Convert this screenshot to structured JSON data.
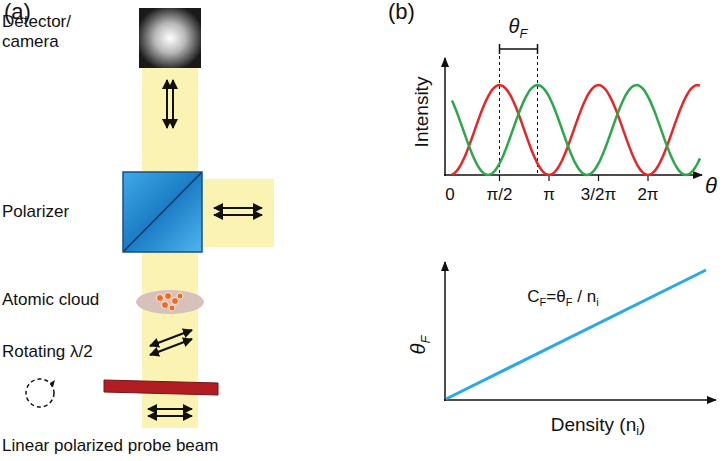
{
  "diagram": {
    "labels": [
      "(a)",
      "(b)",
      "Detector/ camera",
      "Polarizer",
      "Atomic cloud",
      "Rotating λ/2",
      "Linear polarized probe beam",
      "Intensity",
      "θF",
      "0",
      "π/2",
      "π",
      "3/2π",
      "2π",
      "θ",
      "θF",
      "CF=θF / ni",
      "Density (ni)"
    ]
  }
}
